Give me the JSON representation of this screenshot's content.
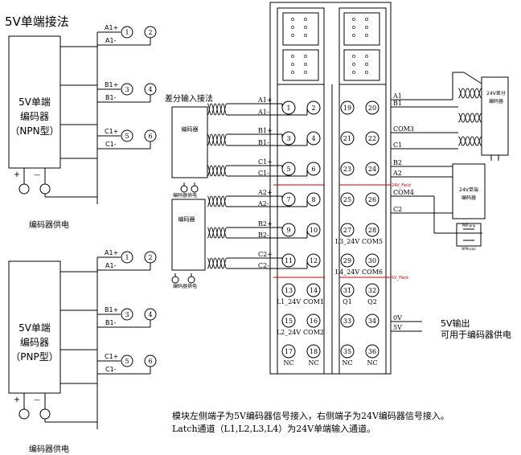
{
  "title": "5V单端接法",
  "diff_title": "差分输入接法",
  "enc_npn": {
    "l1": "5V单端",
    "l2": "编码器",
    "l3": "（NPN型）"
  },
  "enc_pnp": {
    "l1": "5V单端",
    "l2": "编码器",
    "l3": "（PNP型）"
  },
  "enc_power": "编码器供电",
  "enc_small": "编码器",
  "enc_small_power": "编码器供电",
  "left_labels": [
    "A1+",
    "A1-",
    "B1+",
    "B1-",
    "C1+",
    "C1-"
  ],
  "left_terms": [
    "1",
    "2",
    "3",
    "4",
    "5",
    "6"
  ],
  "mod_left_labels": [
    "A1+",
    "A1-",
    "B1+",
    "B1-",
    "C1+",
    "C1-",
    "A2+",
    "A2-",
    "B2+",
    "B2-",
    "C2+",
    "C2-"
  ],
  "mod_left_terms": [
    "1",
    "2",
    "3",
    "4",
    "5",
    "6",
    "7",
    "8",
    "9",
    "10",
    "11",
    "12",
    "13",
    "14",
    "15",
    "16",
    "17",
    "18"
  ],
  "mod_left_sub": {
    "13": "L1_24V",
    "14": "COM1",
    "15": "L2_24V",
    "16": "COM2",
    "17": "NC",
    "18": "NC"
  },
  "mod_right_terms": [
    "19",
    "20",
    "21",
    "22",
    "23",
    "24",
    "25",
    "26",
    "27",
    "28",
    "29",
    "30",
    "31",
    "32",
    "33",
    "34",
    "35",
    "36"
  ],
  "mod_right_sub": {
    "27": "L3_24V",
    "28": "COM5",
    "29": "L4_24V",
    "30": "COM6",
    "31": "Q1",
    "32": "Q2",
    "35": "NC",
    "36": "NC"
  },
  "mod_right_labels": [
    "A1",
    "B1",
    "COM3",
    "C1",
    "B2",
    "A2",
    "COM4",
    "C2",
    "0V",
    "5V"
  ],
  "field_24v": "24V_Field",
  "field_5v": "5V_Field",
  "enc_24v_diff": {
    "l1": "24V差分",
    "l2": "编码器"
  },
  "enc_24v_single": {
    "l1": "24V单端",
    "l2": "编码器"
  },
  "pnp_label": "PNP-pnp",
  "npn_label": "NPN-pnp",
  "out_5v": "5V输出",
  "out_desc": "可用于编码器供电",
  "note1": "模块左侧端子为5V编码器信号接入，右侧端子为24V编码器信号接入。",
  "note2": "Latch通道（L1,L2,L3,L4）为24V单端输入通道。"
}
